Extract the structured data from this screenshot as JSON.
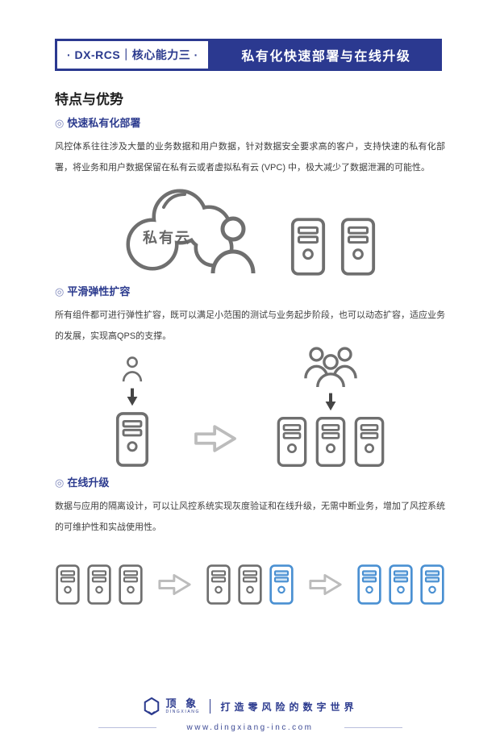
{
  "header": {
    "badge_label": "· DX-RCS｜核心能力三 ·",
    "title": "私有化快速部署与在线升级"
  },
  "section_title": "特点与优势",
  "subsections": [
    {
      "marker": "◎",
      "title": "快速私有化部署",
      "body": "风控体系往往涉及大量的业务数据和用户数据，针对数据安全要求高的客户，支持快速的私有化部署，将业务和用户数据保留在私有云或者虚拟私有云 (VPC) 中，极大减少了数据泄漏的可能性。"
    },
    {
      "marker": "◎",
      "title": "平滑弹性扩容",
      "body": "所有组件都可进行弹性扩容，既可以满足小范围的测试与业务起步阶段，也可以动态扩容，适应业务的发展，实现高QPS的支撑。"
    },
    {
      "marker": "◎",
      "title": "在线升级",
      "body": "数据与应用的隔离设计，可以让风控系统实现灰度验证和在线升级，无需中断业务，增加了风控系统的可维护性和实战使用性。"
    }
  ],
  "illustrations": {
    "private_cloud": {
      "cloud_label": "私有云",
      "server_count": 2
    },
    "scaling": {
      "before_servers": 1,
      "after_servers": 3
    },
    "upgrade": {
      "groups": [
        [
          "gray",
          "gray",
          "gray"
        ],
        [
          "gray",
          "gray",
          "blue"
        ],
        [
          "blue",
          "blue",
          "blue"
        ]
      ]
    }
  },
  "footer": {
    "logo_text": "顶 象",
    "logo_subtext": "DINGXIANG",
    "slogan": "打造零风险的数字世界",
    "website": "www.dingxiang-inc.com"
  },
  "colors": {
    "navy_bar": "#2b3990",
    "navy_text": "#2b3a8e",
    "gray_icon": "#6f6f6f",
    "arrow_light": "#bcbcbc",
    "arrow_dark": "#454545",
    "blue": "#4a90d2",
    "blue_light": "#cfe4f6"
  }
}
